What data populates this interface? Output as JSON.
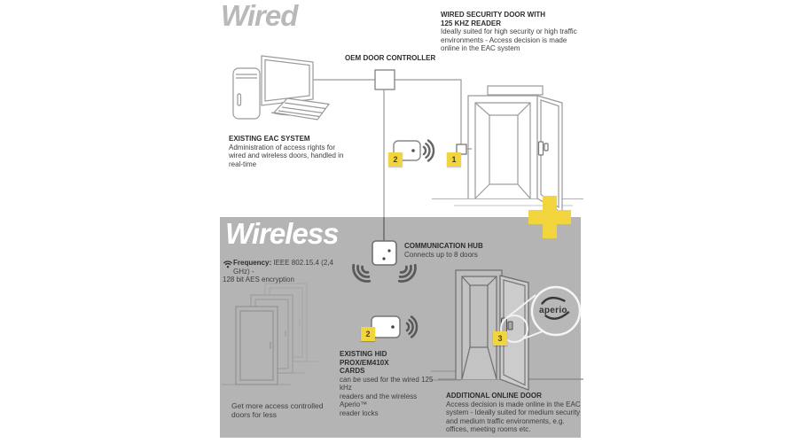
{
  "colors": {
    "accent_yellow": "#f2d53c",
    "panel_gray": "#b4b4b4"
  },
  "icons": {
    "plus": "plus-icon",
    "wifi": "wifi-icon",
    "rfid_waves": "rfid-waves-icon",
    "prox_card": "prox-card-icon",
    "communication_hub": "communication-hub-icon",
    "eac_computer": "eac-computer-icon",
    "door_reader": "door-reader-icon",
    "magnifier_callout": "magnifier-callout-icon"
  },
  "wired": {
    "heading": "Wired",
    "security_door": {
      "title": "WIRED SECURITY DOOR WITH\n125 KHZ READER",
      "body": "Ideally suited for high security or high traffic\nenvironments - Access decision is made\nonline in the EAC system"
    },
    "controller_label": "OEM DOOR CONTROLLER",
    "eac_system": {
      "title": "EXISTING EAC SYSTEM",
      "body": "Administration of access rights for\nwired and wireless doors, handled in\nreal-time"
    },
    "badges": {
      "door_reader": "1",
      "card": "2"
    }
  },
  "wireless": {
    "heading": "Wireless",
    "frequency": {
      "label": "Frequency:",
      "value_line1": " IEEE 802.15.4 (2,4 GHz) -",
      "value_line2": "128 bit AES encryption"
    },
    "hub": {
      "title": "COMMUNICATION HUB",
      "subtitle": "Connects up to 8 doors"
    },
    "cards": {
      "title": "EXISTING HID PROX/EM410X\nCARDS",
      "body": "can be used for the wired 125 kHz\nreaders and the wireless Aperio™\nreader locks"
    },
    "additional_door": {
      "title": "ADDITIONAL ONLINE DOOR",
      "body": "Access decision is made online in the EAC\nsystem - Ideally suited for medium security\nand medium traffic environments, e.g.\noffices, meeting rooms etc."
    },
    "more_doors": "Get more access controlled\ndoors for less",
    "aperio_logo": "aperio",
    "badges": {
      "card": "2",
      "lock": "3"
    }
  }
}
